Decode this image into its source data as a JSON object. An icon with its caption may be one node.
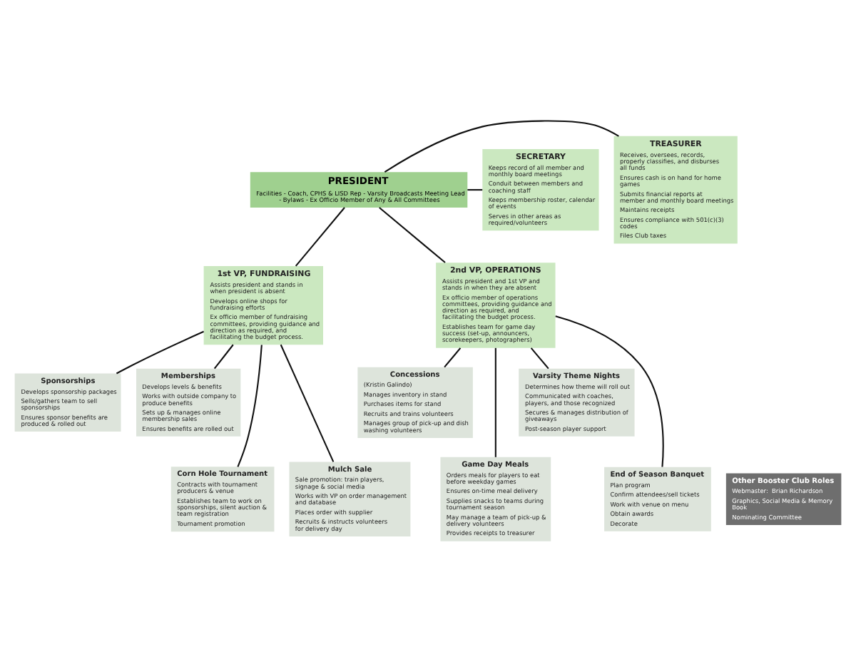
{
  "diagram": {
    "nodes": [
      {
        "text": [
          "PRESIDENT",
          "Facilities - Coach, CPHS & LISD Rep - Varsity Broadcasts Meeting Lead - Bylaws - Ex Officio Member of Any & All Committees"
        ]
      },
      {
        "text": [
          "TREASURER",
          "Receives, oversees, records, properly classifies, and disburses all funds",
          "Ensures cash is on hand for home games",
          "Submits financial reports at member and monthly board meetings",
          "Maintains receipts",
          "Ensures compliance with 501(c)(3) codes",
          "Files Club taxes"
        ]
      },
      {
        "text": [
          "SECRETARY",
          "Keeps record of all member and monthly board meetings",
          "Conduit between members and coaching staff",
          "Keeps membership roster, calendar of events",
          "Serves in other areas as required/volunteers"
        ]
      },
      {
        "text": [
          "1st VP, FUNDRAISING",
          "Assists president and stands in when president is absent",
          "Develops online shops for fundraising efforts",
          "Ex officio member of fundraising committees, providing guidance and direction as required, and facilitating the budget process."
        ]
      },
      {
        "text": [
          "2nd VP, OPERATIONS",
          "Assists president and 1st VP and stands in when they are absent",
          "Ex officio member of operations committees, providing guidance and direction as required, and facilitating the budget process.",
          "Establishes team for game day success (set-up, announcers, scorekeepers, photographers)"
        ]
      },
      {
        "text": [
          "Sponsorships",
          "Develops sponsorship packages",
          "Sells/gathers team to sell sponsorships",
          "Ensures sponsor benefits are produced & rolled out"
        ]
      },
      {
        "text": [
          "Concessions",
          "(Kristin Galindo)",
          "Manages inventory in stand",
          "Purchases items for stand",
          "Recruits and trains volunteers",
          "Manages group of pick-up and dish washing volunteers"
        ]
      },
      {
        "text": [
          "Memberships",
          "Develops levels & benefits",
          "Works with outside company to produce benefits",
          "Sets up & manages online membership sales",
          "Ensures benefits are rolled out"
        ]
      },
      {
        "text": [
          "Game Day Meals",
          "Orders meals for players to eat before weekday games",
          "Ensures on-time meal delivery",
          "Supplies snacks to teams during tournament season",
          "May manage a team of pick-up & delivery volunteers",
          "Provides receipts to treasurer"
        ]
      },
      {
        "text": [
          "Corn Hole Tournament",
          "Contracts with tournament producers & venue",
          "Establishes team to work on sponsorships, silent auction & team registration",
          "Tournament promotion"
        ]
      },
      {
        "text": [
          "Varsity Theme Nights",
          "Determines how theme will roll out",
          "Communicated with coaches, players, and those recognized",
          "Secures & manages distribution of giveaways",
          "Post-season player support"
        ]
      },
      {
        "text": [
          "Mulch Sale",
          "Sale promotion: train players, signage & social media",
          "Works with VP on order management and database",
          "Places order with supplier",
          "Recruits & instructs volunteers for delivery day"
        ]
      },
      {
        "text": [
          "End of Season Banquet",
          "Plan program",
          "Confirm attendees/sell tickets",
          "Work with venue on menu",
          "Obtain awards",
          "Decorate"
        ]
      },
      {
        "text": [
          "Other Booster Club Roles",
          "Webmaster:  Brian Richardson",
          "Graphics, Social Media & Memory Book",
          "Nominating Committee"
        ]
      }
    ],
    "edges": [
      {
        "from": 0,
        "to": 1,
        "arrow": "none"
      },
      {
        "from": 0,
        "to": 2,
        "arrow": "none"
      },
      {
        "from": 0,
        "to": 3,
        "arrow": "none"
      },
      {
        "from": 0,
        "to": 4,
        "arrow": "none"
      },
      {
        "from": 3,
        "to": 5,
        "arrow": "none"
      },
      {
        "from": 3,
        "to": 9,
        "arrow": "none"
      },
      {
        "from": 3,
        "to": 7,
        "arrow": "none"
      },
      {
        "from": 3,
        "to": 11,
        "arrow": "none"
      },
      {
        "from": 4,
        "to": 6,
        "arrow": "none"
      },
      {
        "from": 4,
        "to": 10,
        "arrow": "none"
      },
      {
        "from": 4,
        "to": 8,
        "arrow": "none"
      },
      {
        "from": 4,
        "to": 12,
        "arrow": "none"
      }
    ]
  }
}
